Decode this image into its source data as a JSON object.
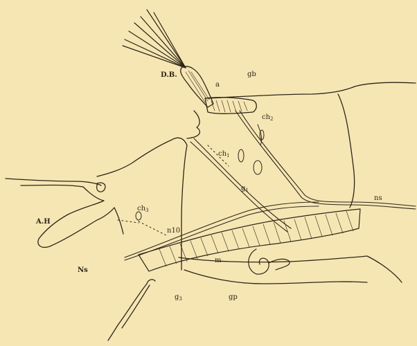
{
  "figure": {
    "colors": {
      "paper": "#f6e6b4",
      "ink": "#2c2416"
    },
    "labels": {
      "db": "D.B.",
      "a": "a",
      "gb": "gb",
      "ch2": "ch",
      "ch2_sub": "2",
      "ch1": "ch",
      "ch1_sub": "1",
      "g1": "g",
      "g1_sub": "1",
      "ns": "ns",
      "ch3": "ch",
      "ch3_sub": "3",
      "ah": "A.H",
      "n10": "n10",
      "m": "m",
      "ns_lower": "Ns",
      "g3": "g",
      "g3_sub": "3",
      "gp": "gp"
    }
  }
}
